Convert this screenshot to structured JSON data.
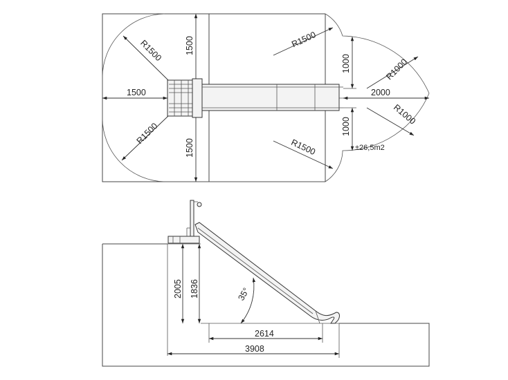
{
  "plan_view": {
    "radius_left_top": "R1500",
    "radius_left_bottom": "R1500",
    "width_left": "1500",
    "height_top": "1500",
    "height_bottom": "1500",
    "radius_right_top": "R1500",
    "radius_right_bottom": "R1500",
    "radius_end_top": "R1000",
    "radius_end_bottom": "R1000",
    "offset_top": "1000",
    "offset_bottom": "1000",
    "length_end": "2000",
    "area": "±26,5m2"
  },
  "elevation_view": {
    "height_total": "2005",
    "height_platform": "1836",
    "angle": "35°",
    "length_slide": "2614",
    "length_total": "3908"
  }
}
